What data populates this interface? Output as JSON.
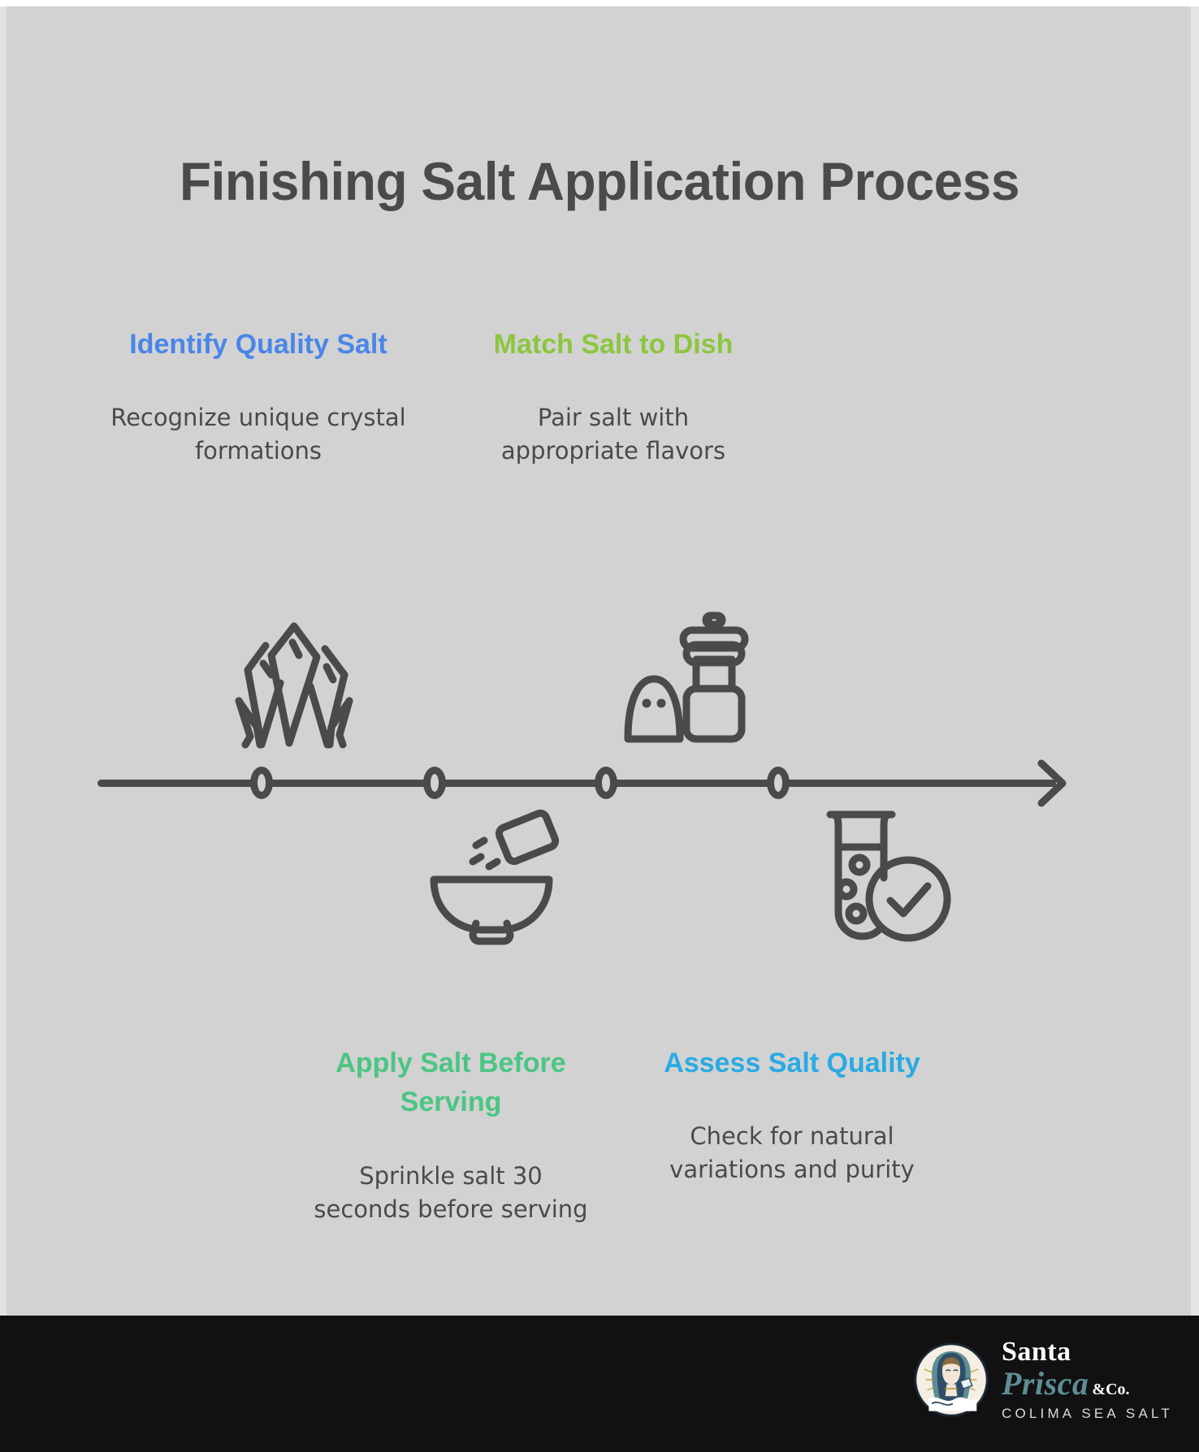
{
  "title": "Finishing Salt Application Process",
  "theme": {
    "background": "#d2d2d2",
    "ink": "#4a4a4a",
    "footer_background": "#111111"
  },
  "steps": [
    {
      "id": 1,
      "heading": "Identify Quality Salt",
      "body": "Recognize unique crystal formations",
      "color": "#4a86e8",
      "icon": "salt-crystals-icon",
      "position": "above"
    },
    {
      "id": 2,
      "heading": "Match Salt to Dish",
      "body": "Pair salt with appropriate flavors",
      "color": "#8cc63e",
      "icon": "salt-shaker-grinder-icon",
      "position": "above"
    },
    {
      "id": 3,
      "heading": "Apply Salt Before Serving",
      "body": "Sprinkle salt 30 seconds before serving",
      "color": "#4bc583",
      "icon": "bowl-sprinkle-icon",
      "position": "below"
    },
    {
      "id": 4,
      "heading": "Assess Salt Quality",
      "body": "Check for natural variations and purity",
      "color": "#29abe2",
      "icon": "test-tube-check-icon",
      "position": "below"
    }
  ],
  "timeline": {
    "marker_count": 4,
    "arrow": "right-arrow-icon"
  },
  "footer": {
    "logo_mark": "santa-prisca-medallion-icon",
    "brand_line1": "Santa",
    "brand_line2": "Prisca",
    "brand_suffix": "&Co.",
    "tagline": "COLIMA SEA SALT"
  }
}
